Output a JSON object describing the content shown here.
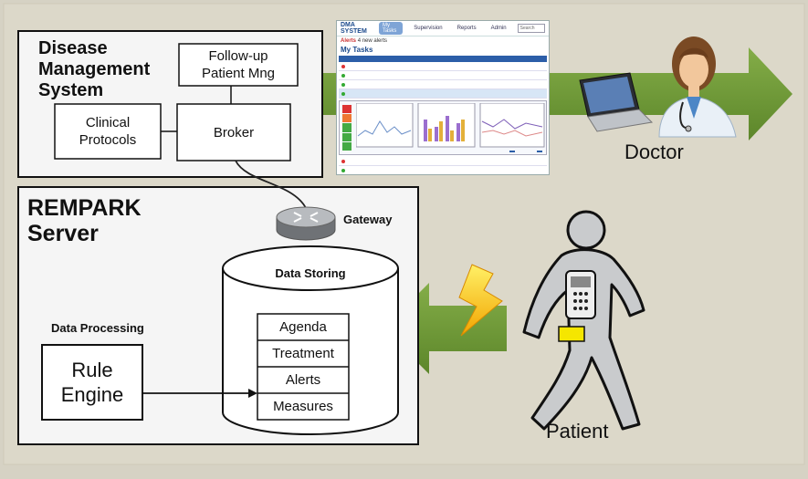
{
  "dms": {
    "title_lines": [
      "Disease",
      "Management",
      "System"
    ],
    "follow_up": [
      "Follow-up",
      "Patient Mng"
    ],
    "clinical": [
      "Clinical",
      "Protocols"
    ],
    "broker": "Broker"
  },
  "server": {
    "title_lines": [
      "REMPARK",
      "Server"
    ],
    "gateway": "Gateway",
    "data_storing": "Data Storing",
    "data_processing": "Data Processing",
    "rule_engine": [
      "Rule",
      "Engine"
    ],
    "storage_items": [
      "Agenda",
      "Treatment",
      "Alerts",
      "Measures"
    ]
  },
  "actors": {
    "doctor": "Doctor",
    "patient": "Patient"
  },
  "screenshot": {
    "brand": "DMA SYSTEM",
    "tabs": [
      "My Tasks",
      "Supervision",
      "Reports",
      "Admin"
    ],
    "search": "Search",
    "alert_prefix": "Alerts",
    "alert_text": "4 new alerts",
    "tasks_title": "My Tasks"
  },
  "colors": {
    "background": "#d6d2c4",
    "arrow": "#6e9a34",
    "box_border": "#111111",
    "mock_accent": "#2c5ea8"
  },
  "icons": [
    "laptop-icon",
    "doctor-avatar-icon",
    "router-icon",
    "lightning-icon",
    "phone-icon",
    "patient-figure-icon"
  ]
}
